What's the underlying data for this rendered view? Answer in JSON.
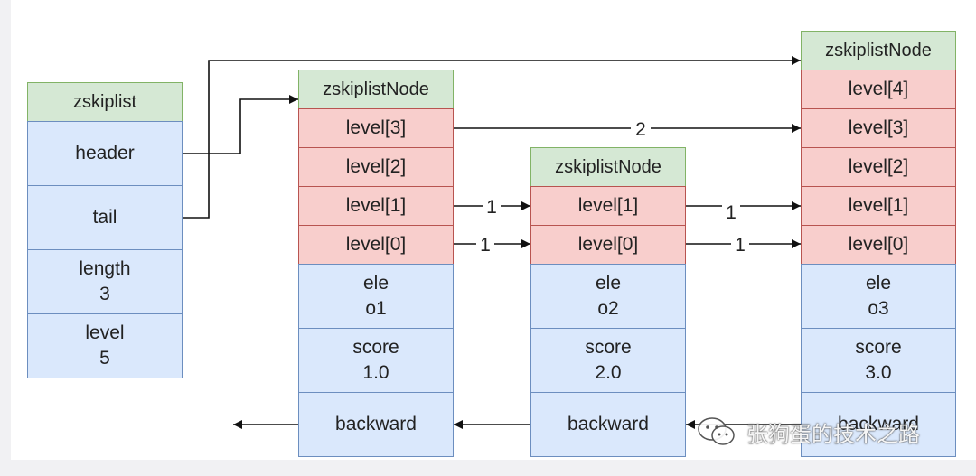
{
  "zskiplist": {
    "title": "zskiplist",
    "header": "header",
    "tail": "tail",
    "length_label": "length",
    "length_value": "3",
    "level_label": "level",
    "level_value": "5"
  },
  "nodes": [
    {
      "title": "zskiplistNode",
      "levels": [
        "level[3]",
        "level[2]",
        "level[1]",
        "level[0]"
      ],
      "ele_label": "ele",
      "ele_value": "o1",
      "score_label": "score",
      "score_value": "1.0",
      "backward": "backward"
    },
    {
      "title": "zskiplistNode",
      "levels": [
        "level[1]",
        "level[0]"
      ],
      "ele_label": "ele",
      "ele_value": "o2",
      "score_label": "score",
      "score_value": "2.0",
      "backward": "backward"
    },
    {
      "title": "zskiplistNode",
      "levels": [
        "level[4]",
        "level[3]",
        "level[2]",
        "level[1]",
        "level[0]"
      ],
      "ele_label": "ele",
      "ele_value": "o3",
      "score_label": "score",
      "score_value": "3.0",
      "backward": "backward"
    }
  ],
  "spans": {
    "node1_level3_to_node3": "2",
    "node1_level1_to_node2": "1",
    "node1_level0_to_node2": "1",
    "node2_level1_to_node3": "1",
    "node2_level0_to_node3": "1"
  },
  "watermark": {
    "text": "张狗蛋的技术之路",
    "icon": "wechat-icon"
  },
  "colors": {
    "header_fill": "#d5e8d4",
    "level_fill": "#f8cecc",
    "field_fill": "#dae8fc"
  }
}
